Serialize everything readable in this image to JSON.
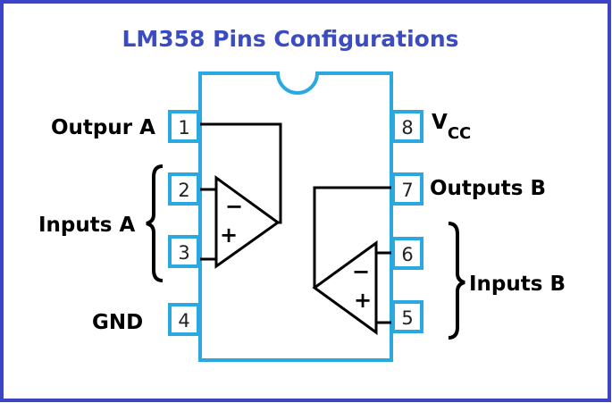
{
  "title": "LM358 Pins Configurations",
  "colors": {
    "frame": "#3d43c8",
    "chip": "#29a9e0",
    "title": "#3b4bc0",
    "wire": "#000000"
  },
  "pins": {
    "p1": "1",
    "p2": "2",
    "p3": "3",
    "p4": "4",
    "p5": "5",
    "p6": "6",
    "p7": "7",
    "p8": "8"
  },
  "labels": {
    "output_a": "Outpur A",
    "inputs_a": "Inputs A",
    "gnd": "GND",
    "vcc_main": "V",
    "vcc_sub": "CC",
    "outputs_b": "Outputs B",
    "inputs_b": "Inputs B"
  },
  "opamp_a": {
    "minus": "−",
    "plus": "+"
  },
  "opamp_b": {
    "minus": "−",
    "plus": "+"
  }
}
